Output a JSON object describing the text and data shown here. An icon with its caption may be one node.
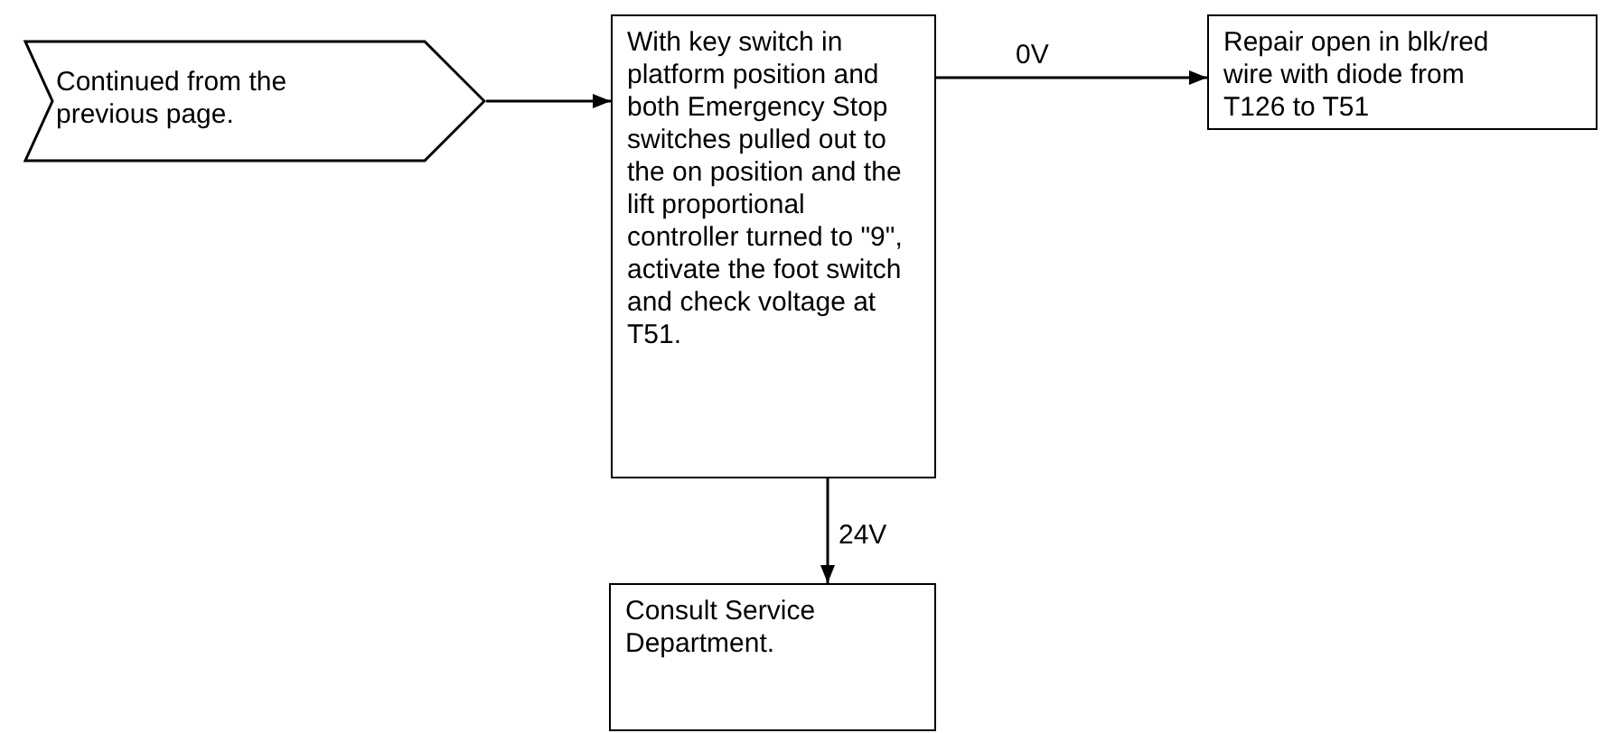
{
  "diagram": {
    "nodes": [
      {
        "text": [
          "Continued from the previous page."
        ]
      },
      {
        "text": [
          "With key switch in platform position and both Emergency Stop switches pulled out to the on position and the lift proportional controller turned to \"9\", activate the foot switch and check voltage at T51."
        ]
      },
      {
        "text": [
          "Repair open in blk/red wire with diode from T126 to T51"
        ]
      },
      {
        "text": [
          "Consult Service Department."
        ]
      }
    ],
    "edges": [
      {
        "from": 0,
        "to": 1,
        "arrow": "to"
      },
      {
        "from": 1,
        "to": 2,
        "arrow": "to",
        "label": "0V"
      },
      {
        "from": 1,
        "to": 3,
        "arrow": "to",
        "label": "24V"
      }
    ]
  }
}
